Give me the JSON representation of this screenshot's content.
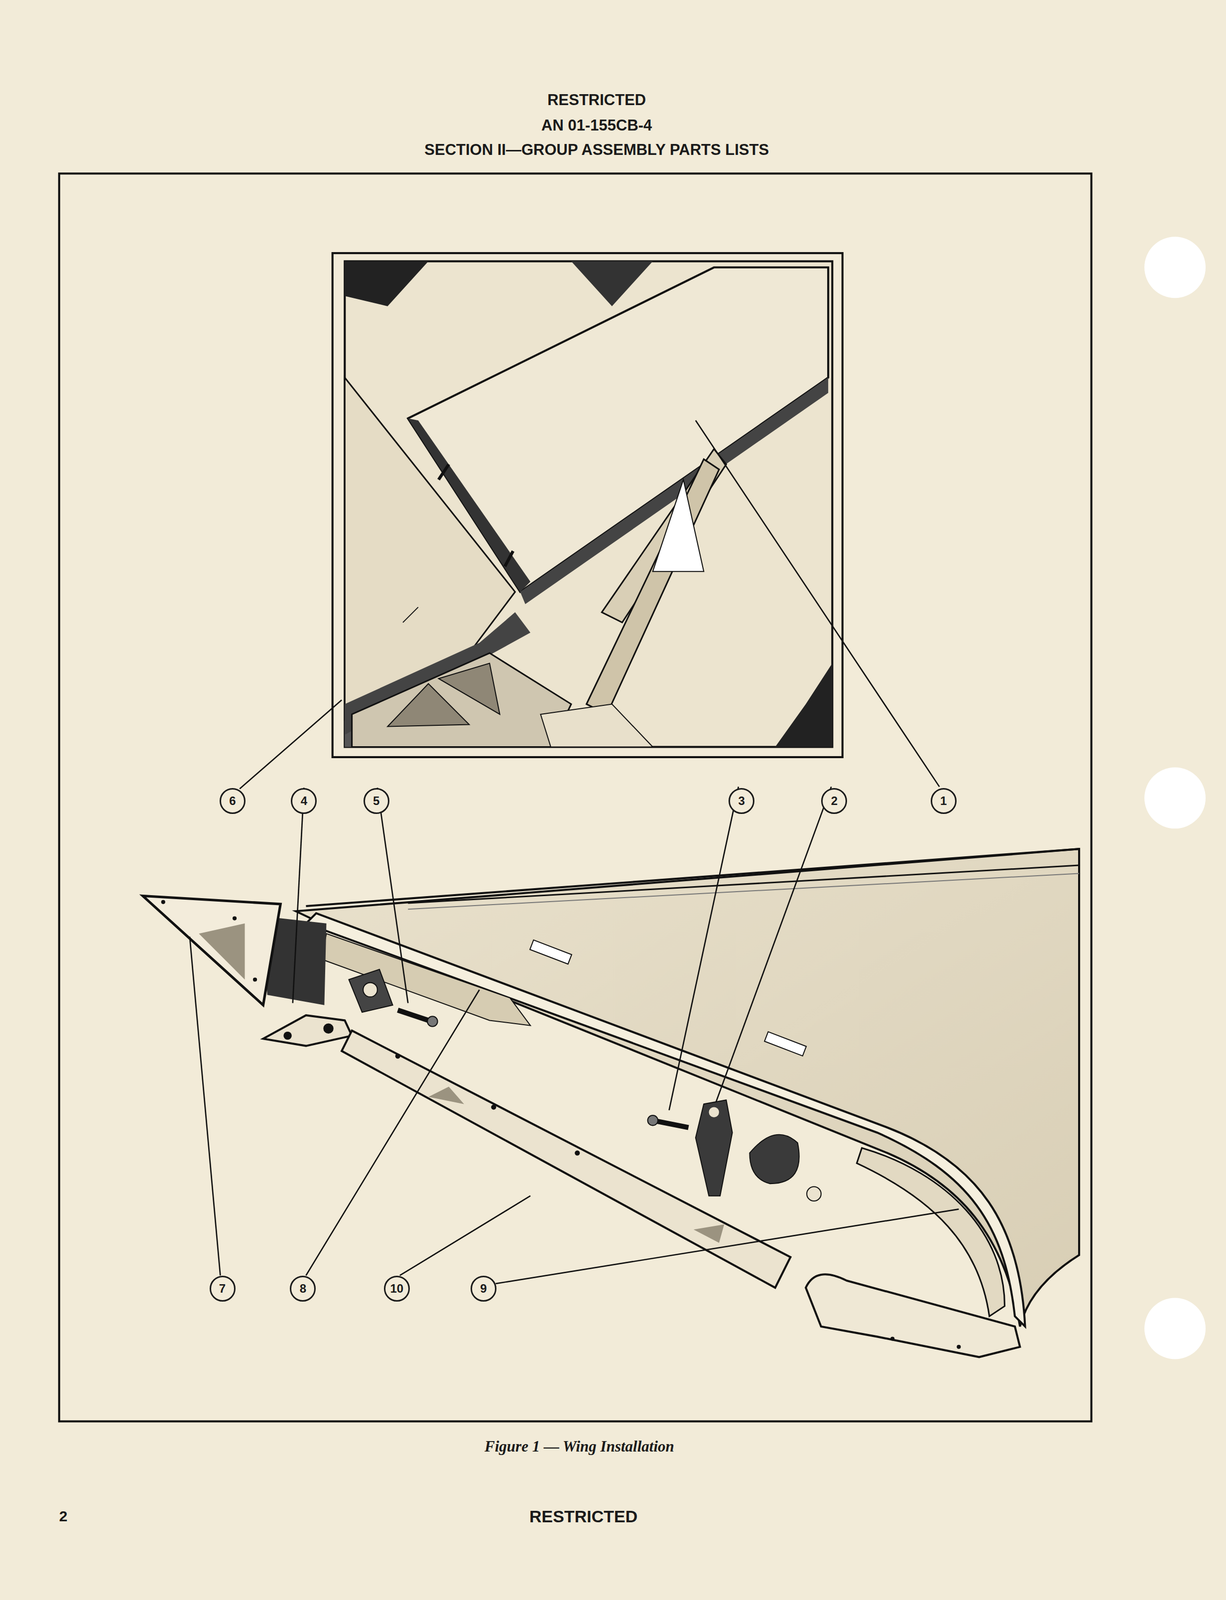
{
  "diagram": {
    "caption": "Figure 1 — Wing Installation",
    "labels": [
      "RESTRICTED",
      "AN 01-155CB-4",
      "SECTION II—GROUP ASSEMBLY PARTS LISTS",
      "6",
      "4",
      "5",
      "3",
      "2",
      "1",
      "7",
      "8",
      "10",
      "9",
      "2",
      "RESTRICTED"
    ]
  }
}
